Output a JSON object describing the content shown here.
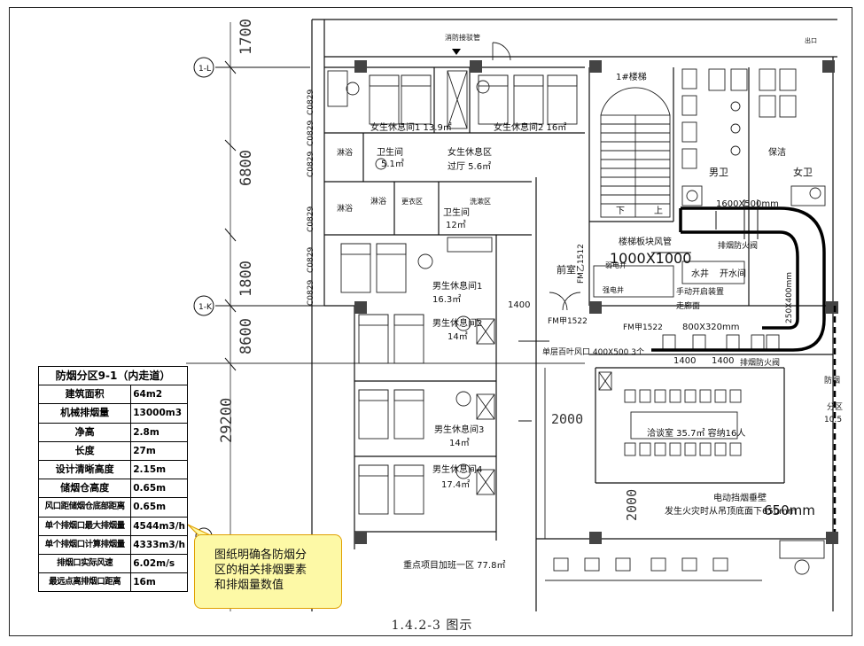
{
  "table": {
    "header": "防烟分区9-1（内走道）",
    "rows": [
      {
        "label": "建筑面积",
        "value": "64m2"
      },
      {
        "label": "机械排烟量",
        "value": "13000m3"
      },
      {
        "label": "净高",
        "value": "2.8m"
      },
      {
        "label": "长度",
        "value": "27m"
      },
      {
        "label": "设计清晰高度",
        "value": "2.15m"
      },
      {
        "label": "储烟仓高度",
        "value": "0.65m"
      },
      {
        "label": "风口距储烟仓底部距离",
        "value": "0.65m"
      },
      {
        "label": "单个排烟口最大排烟量",
        "value": "4544m3/h"
      },
      {
        "label": "单个排烟口计算排烟量",
        "value": "4333m3/h"
      },
      {
        "label": "排烟口实际风速",
        "value": "6.02m/s"
      },
      {
        "label": "最远点离排烟口距离",
        "value": "16m"
      }
    ]
  },
  "callout": {
    "line1": "图纸明确各防烟分",
    "line2": "区的相关排烟要素",
    "line3": "和排烟量数值"
  },
  "caption": "1.4.2-3  图示",
  "rooms": {
    "female_rest1": "女生休息间1 13.9㎡",
    "female_rest2": "女生休息间2 16㎡",
    "female_area_1": "女生休息区",
    "female_area_2": "过厅 5.6㎡",
    "wc1_1": "卫生间",
    "wc1_2": "5.1㎡",
    "wc2_1": "卫生间",
    "wc2_2": "12㎡",
    "male_rest1_1": "男生休息间1",
    "male_rest1_2": "16.3㎡",
    "male_rest2_1": "男生休息间2",
    "male_rest2_2": "14㎡",
    "male_rest3_1": "男生休息间3",
    "male_rest3_2": "14㎡",
    "male_rest4_1": "男生休息间4",
    "male_rest4_2": "17.4㎡",
    "shower1": "淋浴",
    "shower2": "淋浴",
    "shower3": "淋浴",
    "dressing": "更衣区",
    "wash": "洗漱区",
    "male_wc": "男卫",
    "female_wc": "女卫",
    "cleaning": "保洁",
    "stair": "1#楼梯",
    "stair_down": "下",
    "stair_up": "上",
    "front_room": "前室",
    "water_well": "水井",
    "boiling_room": "开水间",
    "negotiation": "洽谈室 35.7㎡ 容纳16人",
    "key_office": "重点项目加班一区 77.8㎡",
    "fire_hose": "消防接驳管",
    "corridor_ceiling": "走廊面",
    "smoke_fan": "排烟防火阀",
    "smoke_fan2": "排烟防火阀",
    "power_well": "强电井",
    "weak_well": "弱电井",
    "north": "1#楼梯",
    "exit": "出口",
    "right_label1": "防烟",
    "right_label2": "分区",
    "right_num": "10.5"
  },
  "annotations": {
    "duct1": "1000X1000",
    "duct_label": "楼梯板块风管",
    "duct2": "800X320mm",
    "duct3": "250X400mm",
    "duct4": "1600X500mm",
    "door1": "FM甲1522",
    "door2": "FM甲1522",
    "door3": "FM乙1512",
    "outlet": "单层百叶风口 400X500 3个",
    "manual": "手动开启装置",
    "elec_note": "电动挡烟垂壁",
    "elec_note2": "发生火灾时从吊顶底面下650mm",
    "f650": "650mm",
    "dim_1400a": "1400",
    "dim_1400b": "1400",
    "dim_1400c": "1400",
    "dim_2000a": "2000",
    "dim_2000b": "2000"
  },
  "dimensions": {
    "d1700": "1700",
    "d6800": "6800",
    "d1800": "1800",
    "d8600": "8600",
    "d29200": "29200",
    "c1": "C0829",
    "c2": "C0829",
    "c3": "C0829",
    "c4": "C0829",
    "c5": "C0829",
    "c6": "C0829"
  },
  "axes": {
    "axis_1l": "1-L",
    "axis_1k": "1-K"
  }
}
